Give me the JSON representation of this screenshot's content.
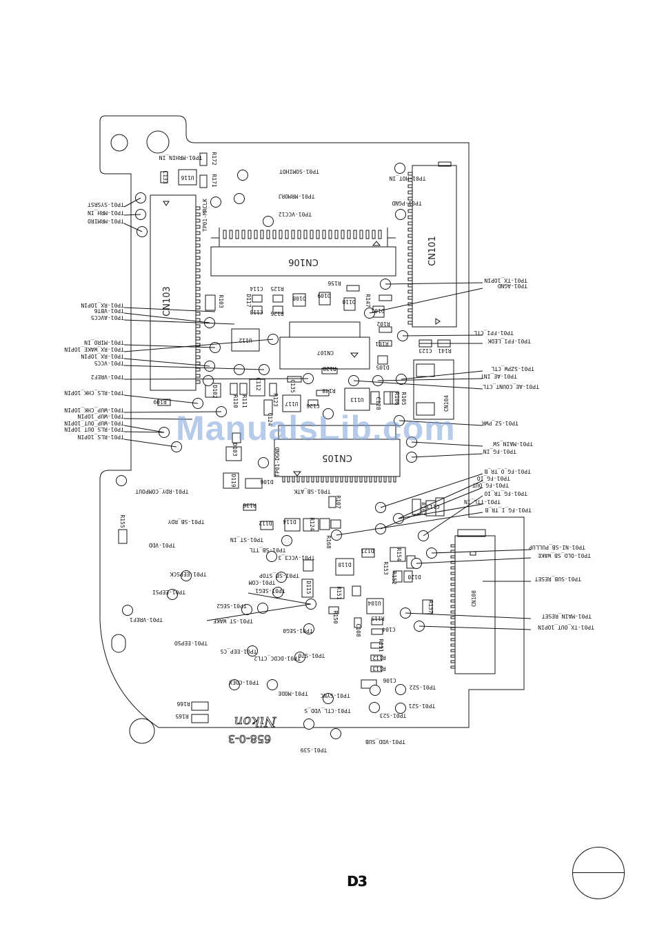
{
  "board": {
    "brand": "Nikon",
    "board_code": "658-0-3"
  },
  "page_code": "D3",
  "watermark": "ManualsLib.com",
  "connectors": {
    "cn101": "CN101",
    "cn103": "CN103",
    "cn104": "CN104",
    "cn105": "CN105",
    "cn106": "CN106",
    "cn107": "CN107",
    "cn108": "CN108"
  },
  "ics": {
    "u112": "U112",
    "u113": "U113",
    "u116": "U116",
    "u117": "U117"
  },
  "left_labels": [
    "TP01-SYSRST",
    "TP01-MRH_IN",
    "TP01-MRMIRO",
    "TP01-RX_1OPIN",
    "TP01-VBT6",
    "TP01-AVCC5",
    "TP01-MIRO_IN",
    "TP01-RX_WAKE_1OPIN",
    "TP01-RX_1OPIN",
    "TP01-VCC5",
    "TP01-VREF2",
    "TP01-RLS_CHK_1OPIN",
    "TP01-WUP_CHK_1OPIN",
    "TP01-WUP_1OPIN",
    "TP01-WUP_OUT_1OPIN",
    "TP01-RLS_OUT_1OPIN",
    "TP01-RLS_1OPIN"
  ],
  "right_labels": [
    "TP01-TX_1OPIN",
    "TP01-AGND",
    "TP01-FPI_CTL",
    "TP01-FPI_LEDK",
    "TP01-SZPW_CTL",
    "TP01-AE_INT",
    "TP01-AE_COUNT_CTL",
    "TP01-SZ_PWR",
    "TP01-MAIN_SW",
    "TP01-FG_IN",
    "TP01-FG_O_TR_B",
    "TP01-FG_IO",
    "TP01-FG_OUT",
    "TP01-FG_TR_IO",
    "TP01-TTL_IN",
    "TP01-FG_I_TR_B",
    "TP01-NI-SB_PULLUP",
    "TP01-OLD_SB_WAKE",
    "TP01-SUB_RESET",
    "TP01-MAIN_RESET",
    "TP01-TX_OUT_1OPIN"
  ],
  "inner_labels": [
    "TP01-MRHIN_IN",
    "TP01-SOMIHOT",
    "TP01-HOT_IN",
    "TP01-MRMORJ",
    "TP01-PGND",
    "TP01-VCC12",
    "TP01-MRCLK",
    "TP01-DGND",
    "TP01-RDY_COMPOUT",
    "TP01-SB_ATK",
    "TP01-SB_RDY",
    "TP01-VDD",
    "TP01-ST_IN",
    "TP01-SB_TTL",
    "TP01-VCC3_3",
    "TP01-SB_STOP",
    "TP01-EEPSCK",
    "TP01-SEG1",
    "TP01-EEPSI",
    "TP01-COM",
    "TP01-SEG2",
    "TP01-ST_WAKE",
    "TP01-VREF1",
    "TP01-SEG0",
    "TP01-EEPSO",
    "TP01-EEP_CS",
    "TP01-DCDC_CTL2",
    "TP01-S70",
    "TP01-CDEX",
    "TP01-MODE",
    "TP01-SYNC",
    "TP01-S22",
    "TP01-CTL_VDD_S",
    "TP01-S23",
    "TP01-S21",
    "TP01-VDD_SUB",
    "TP01-S39"
  ],
  "parts": [
    "R172",
    "R171",
    "C133",
    "R103",
    "D117",
    "C114",
    "C113",
    "R125",
    "R126",
    "D108",
    "D109",
    "R156",
    "D110",
    "R147",
    "D101",
    "R102",
    "R101",
    "C123",
    "R141",
    "D105",
    "C135",
    "R128",
    "R148",
    "C126",
    "C128",
    "R106",
    "R105",
    "D102",
    "C112",
    "R110",
    "R111",
    "R123",
    "C124",
    "R109",
    "D103",
    "D119",
    "D106",
    "R136",
    "D112",
    "D114",
    "R124",
    "R107",
    "R155",
    "R168",
    "R167",
    "C113",
    "D121",
    "R154",
    "R153",
    "R152",
    "D120",
    "D118",
    "R151",
    "D115",
    "R150",
    "C108",
    "U104",
    "R137",
    "R115",
    "C104",
    "R111",
    "R112",
    "R113",
    "C106",
    "R166",
    "R165"
  ]
}
